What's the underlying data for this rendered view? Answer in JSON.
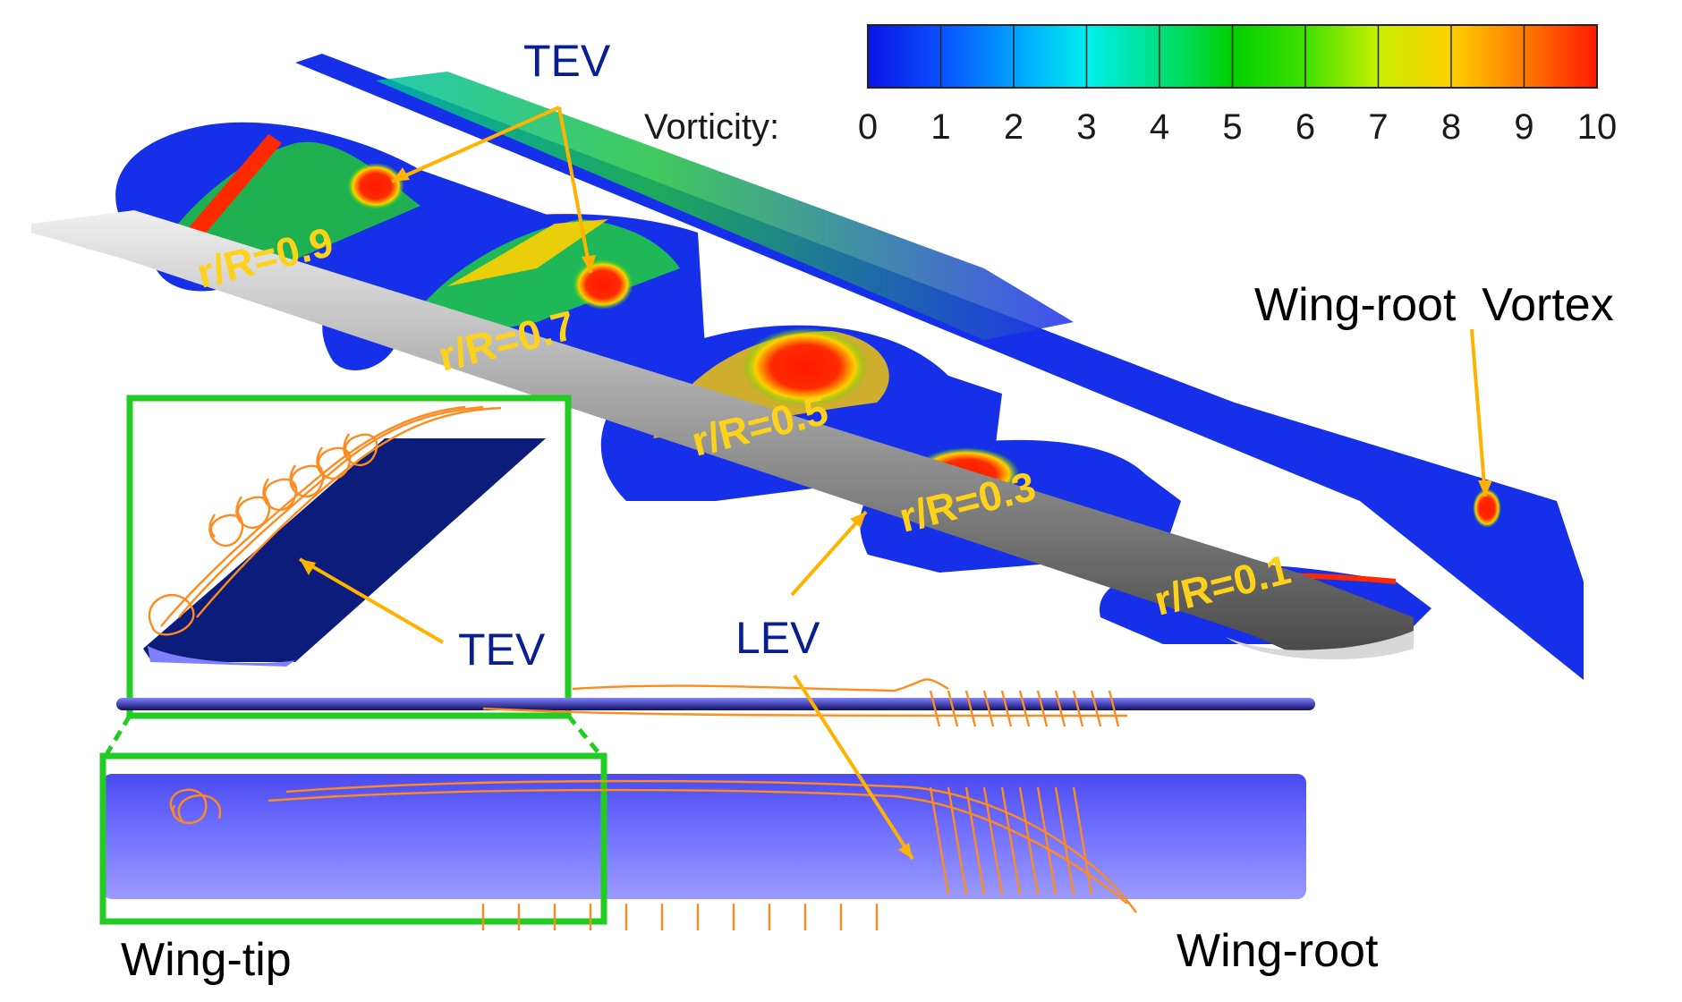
{
  "colorbar": {
    "title": "Vorticity:",
    "ticks": [
      "0",
      "1",
      "2",
      "3",
      "4",
      "5",
      "6",
      "7",
      "8",
      "9",
      "10"
    ],
    "colors": [
      "#0a14e6",
      "#0a50ff",
      "#00a0ff",
      "#00f0f0",
      "#00e080",
      "#00d000",
      "#40e000",
      "#c8f000",
      "#ffd000",
      "#ff7a00",
      "#ff1a00"
    ]
  },
  "sections": {
    "s09": "r/R=0.9",
    "s07": "r/R=0.7",
    "s05": "r/R=0.5",
    "s03": "r/R=0.3",
    "s01": "r/R=0.1"
  },
  "annotations": {
    "tev_top": "TEV",
    "tev_inset": "TEV",
    "lev": "LEV",
    "wing_root_vortex": "Wing-root  Vortex"
  },
  "labels": {
    "wing_tip": "Wing-tip",
    "wing_root": "Wing-root"
  },
  "colors": {
    "inset_box": "#22cc22",
    "arrow": "#ffb300",
    "streamline": "#ff8a1e",
    "wing_surface": "#6b6bff"
  }
}
